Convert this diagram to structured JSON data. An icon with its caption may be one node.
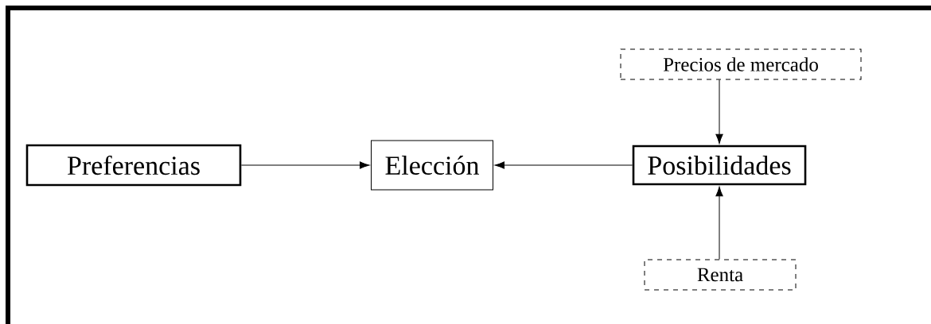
{
  "diagram": {
    "nodes": [
      {
        "text": [
          "Preferencias"
        ]
      },
      {
        "text": [
          "Elección"
        ]
      },
      {
        "text": [
          "Posibilidades"
        ]
      },
      {
        "text": [
          "Precios de mercado"
        ]
      },
      {
        "text": [
          "Renta"
        ]
      }
    ],
    "edges": [
      {
        "from": 0,
        "to": 1,
        "arrow": "to"
      },
      {
        "from": 2,
        "to": 1,
        "arrow": "to"
      },
      {
        "from": 3,
        "to": 2,
        "arrow": "to"
      },
      {
        "from": 4,
        "to": 2,
        "arrow": "to"
      }
    ]
  }
}
